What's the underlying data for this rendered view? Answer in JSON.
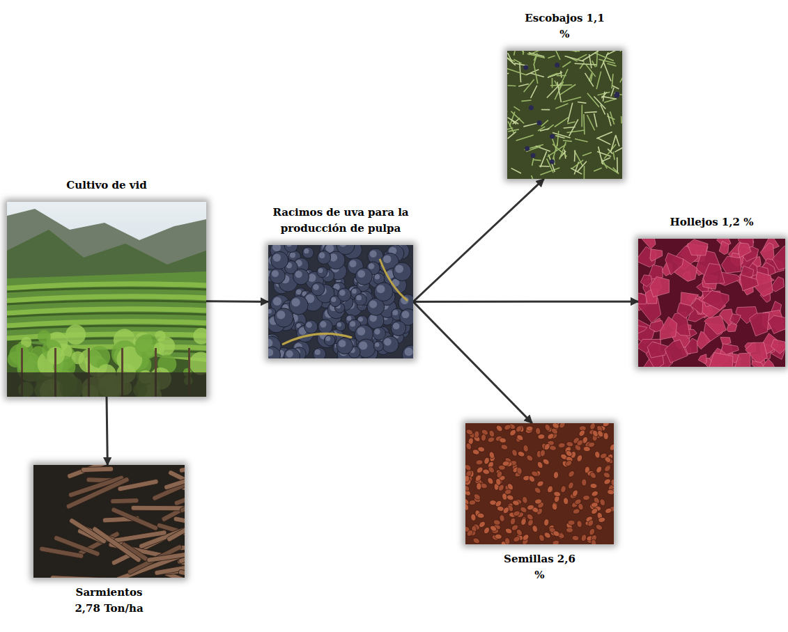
{
  "diagram": {
    "nodes": [
      {
        "text": [
          "Cultivo de vid"
        ]
      },
      {
        "text": [
          "Racimos de uva para la producción de pulpa"
        ]
      },
      {
        "text": [
          "Escobajos 1,1 %"
        ]
      },
      {
        "text": [
          "Hollejos 1,2 %"
        ]
      },
      {
        "text": [
          "Semillas 2,6 %"
        ]
      },
      {
        "text": [
          "Sarmientos 2,78 Ton/ha"
        ]
      }
    ],
    "edges": [
      {
        "from": 0,
        "to": 1,
        "arrow": "to"
      },
      {
        "from": 0,
        "to": 5,
        "arrow": "to"
      },
      {
        "from": 1,
        "to": 2,
        "arrow": "to"
      },
      {
        "from": 1,
        "to": 3,
        "arrow": "to"
      },
      {
        "from": 1,
        "to": 4,
        "arrow": "to"
      }
    ]
  }
}
